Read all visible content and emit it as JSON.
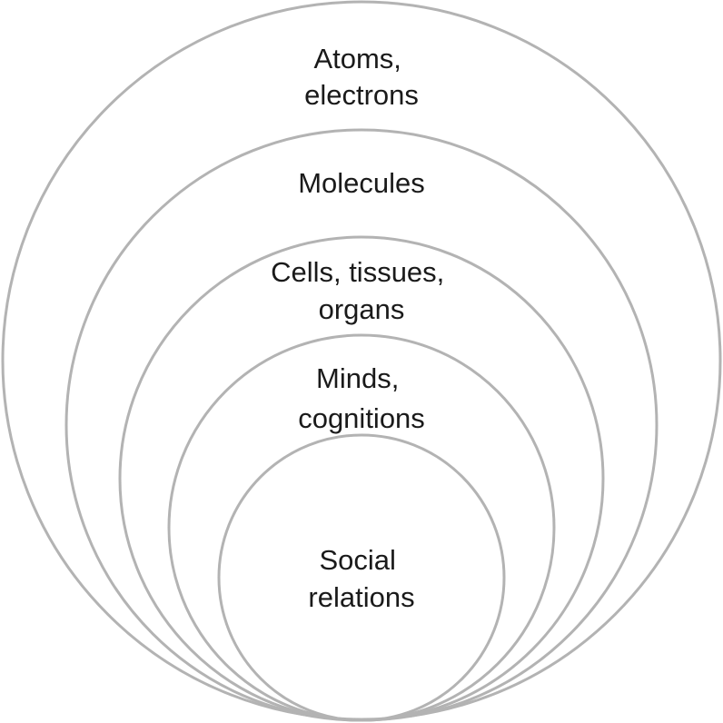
{
  "diagram": {
    "stroke_color": "#b3b3b3",
    "text_color": "#1a1a1a",
    "background": "#ffffff",
    "levels": [
      {
        "lines": [
          "Atoms,",
          "electrons"
        ]
      },
      {
        "lines": [
          "Molecules"
        ]
      },
      {
        "lines": [
          "Cells, tissues,",
          "organs"
        ]
      },
      {
        "lines": [
          "Minds,",
          "cognitions"
        ]
      },
      {
        "lines": [
          "Social",
          "relations"
        ]
      }
    ]
  }
}
